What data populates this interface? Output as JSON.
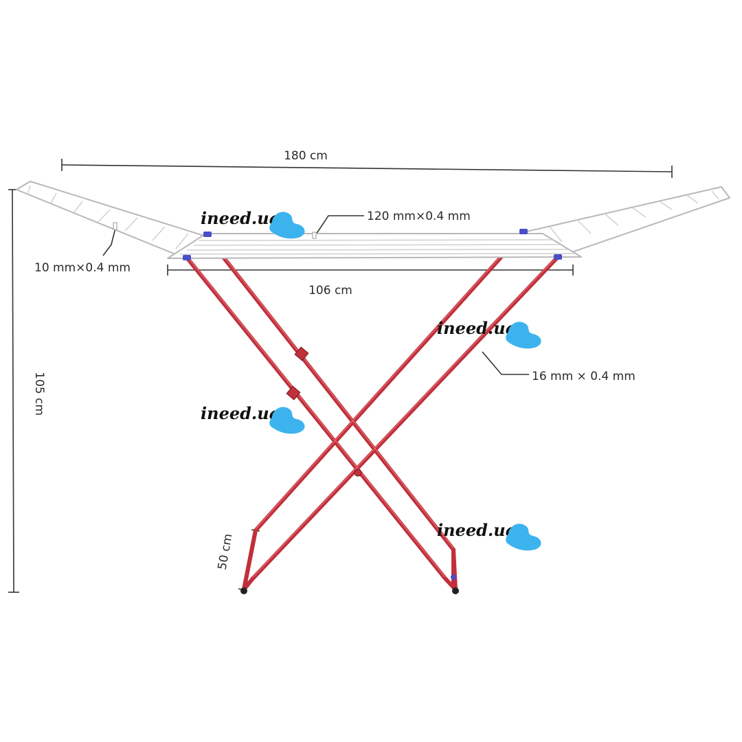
{
  "dimensions": {
    "overall_width": "180 cm",
    "height": "105 cm",
    "center_width": "106 cm",
    "leg_foot": "50 cm",
    "rod_spec": "120 mm×0.4 mm",
    "wing_spec": "10 mm×0.4 mm",
    "leg_spec": "16 mm × 0.4 mm"
  },
  "watermark": {
    "text": "ineed.ua",
    "icon": "blue-blob-icon",
    "color": "#3db3ee"
  },
  "colors": {
    "frame": "#c0303a",
    "rack": "#ffffff",
    "rack_edge": "#b8b8b8",
    "joint": "#4a4ec8",
    "dimension_line": "#333333"
  }
}
